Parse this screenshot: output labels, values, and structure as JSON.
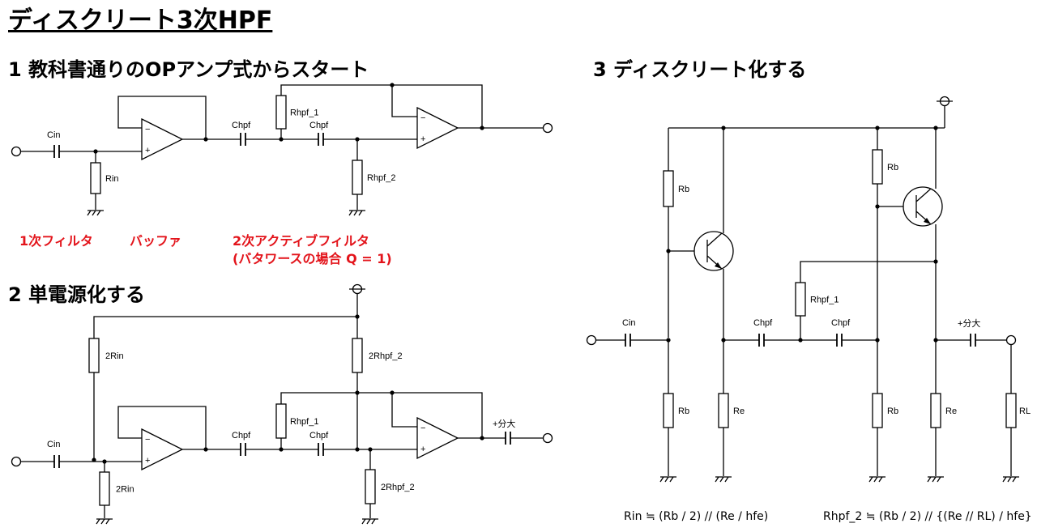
{
  "title": "ディスクリート3次HPF",
  "sections": {
    "s1": "1 教科書通りのOPアンプ式からスタート",
    "s2": "2 単電源化する",
    "s3": "3 ディスクリート化する"
  },
  "annotations": {
    "filter1": "1次フィルタ",
    "buffer": "バッファ",
    "filter2": "2次アクティブフィルタ",
    "butterworth": "(バタワースの場合 Q = 1)"
  },
  "labels": {
    "cin": "Cin",
    "rin": "Rin",
    "rin2": "2Rin",
    "chpf": "Chpf",
    "rhpf1": "Rhpf_1",
    "rhpf2": "Rhpf_2",
    "rhpf2_2": "2Rhpf_2",
    "bypass_cap": "+分大",
    "rb": "Rb",
    "re": "Re",
    "rl": "RL",
    "minus": "−",
    "plus": "+"
  },
  "formulas": {
    "rin": "Rin ≒ (Rb / 2) // (Re / hfe)",
    "rhpf2": "Rhpf_2 ≒ (Rb / 2) // {(Re // RL) / hfe}"
  }
}
